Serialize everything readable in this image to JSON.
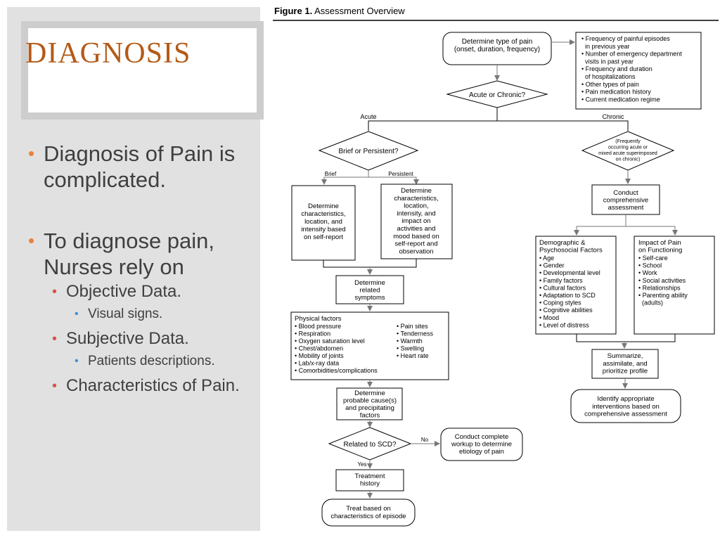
{
  "slide": {
    "title": "DIAGNOSIS",
    "bullets": {
      "b1": "Diagnosis of Pain is complicated.",
      "b2": "To diagnose pain, Nurses rely on",
      "b2_objective": "Objective Data.",
      "b2_visual": "Visual signs.",
      "b2_subjective": "Subjective Data.",
      "b2_patients": "Patients descriptions.",
      "b2_characteristics": "Characteristics of Pain."
    }
  },
  "figure": {
    "label": "Figure 1.",
    "caption": "Assessment Overview"
  },
  "flowchart": {
    "determine_type": [
      "Determine type of pain",
      "(onset, duration, frequency)"
    ],
    "history_list": [
      "• Frequency of painful episodes",
      "  in previous year",
      "• Number of emergency department",
      "  visits in past year",
      "• Frequency and duration",
      "  of hospitalizations",
      "• Other types of pain",
      "• Pain medication history",
      "• Current medication regime"
    ],
    "acute_or_chronic": "Acute or Chronic?",
    "acute": "Acute",
    "chronic": "Chronic",
    "brief_or_persistent": "Brief or Persistent?",
    "brief": "Brief",
    "persistent": "Persistent",
    "chronic_diamond": [
      "(Frequently",
      "occurring acute or",
      "mixed acute superimposed",
      "on chronic)"
    ],
    "brief_box": [
      "Determine",
      "characteristics,",
      "location, and",
      "intensity based",
      "on self-report"
    ],
    "persistent_box": [
      "Determine",
      "characteristics,",
      "location,",
      "intensity, and",
      "impact on",
      "activities and",
      "mood based on",
      "self-report and",
      "observation"
    ],
    "conduct_comprehensive": [
      "Conduct",
      "comprehensive",
      "assessment"
    ],
    "related_symptoms": [
      "Determine",
      "related",
      "symptoms"
    ],
    "physical_title": "Physical factors",
    "physical_left": [
      "• Blood pressure",
      "• Respiration",
      "• Oxygen saturation level",
      "• Chest/abdomen",
      "• Mobility of joints",
      "• Lab/x-ray data",
      "• Comorbidities/complications"
    ],
    "physical_right": [
      "• Pain sites",
      "• Tenderness",
      "• Warmth",
      "• Swelling",
      "• Heart rate"
    ],
    "demographic_title": [
      "Demographic &",
      "Psychosocial Factors"
    ],
    "demographic_list": [
      "• Age",
      "• Gender",
      "• Developmental level",
      "• Family factors",
      "• Cultural factors",
      "• Adaptation to SCD",
      "• Coping styles",
      "• Cognitive abilities",
      "• Mood",
      "• Level of distress"
    ],
    "impact_title": [
      "Impact of Pain",
      "on Functioning"
    ],
    "impact_list": [
      "• Self-care",
      "• School",
      "• Work",
      "• Social activities",
      "• Relationships",
      "• Parenting ability",
      "  (adults)"
    ],
    "summarize": [
      "Summarize,",
      "assimilate, and",
      "prioritize profile"
    ],
    "identify": [
      "Identify appropriate",
      "interventions based on",
      "comprehensive assessment"
    ],
    "probable_cause": [
      "Determine",
      "probable cause(s)",
      "and precipitating",
      "factors"
    ],
    "related_scd": "Related to SCD?",
    "no": "No",
    "yes": "Yes",
    "workup": [
      "Conduct complete",
      "workup to determine",
      "etiology of pain"
    ],
    "treatment_history": [
      "Treatment",
      "history"
    ],
    "treat_based": [
      "Treat based on",
      "characteristics of episode"
    ]
  }
}
